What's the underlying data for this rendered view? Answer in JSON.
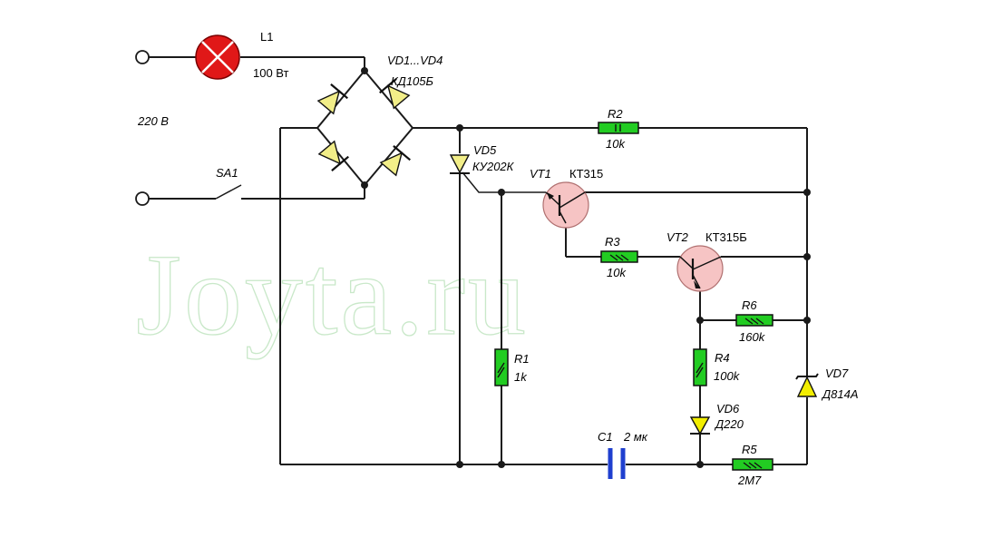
{
  "watermark": "Joyta.ru",
  "labels": {
    "lamp_ref": "L1",
    "lamp_power": "100 Вт",
    "supply_voltage": "220 В",
    "switch_ref": "SA1",
    "bridge_ref": "VD1...VD4",
    "bridge_type": "КД105Б",
    "r2_ref": "R2",
    "r2_val": "10k",
    "vd5_ref": "VD5",
    "vd5_type": "КУ202К",
    "vt1_ref": "VT1",
    "vt1_type": "КТ315",
    "r3_ref": "R3",
    "r3_val": "10k",
    "vt2_ref": "VT2",
    "vt2_type": "КТ315Б",
    "r6_ref": "R6",
    "r6_val": "160k",
    "r1_ref": "R1",
    "r1_val": "1k",
    "r4_ref": "R4",
    "r4_val": "100k",
    "vd7_ref": "VD7",
    "vd7_type": "Д814А",
    "vd6_ref": "VD6",
    "vd6_type": "Д220",
    "c1_ref": "C1",
    "c1_val": "2 мк",
    "r5_ref": "R5",
    "r5_val": "2М7"
  }
}
